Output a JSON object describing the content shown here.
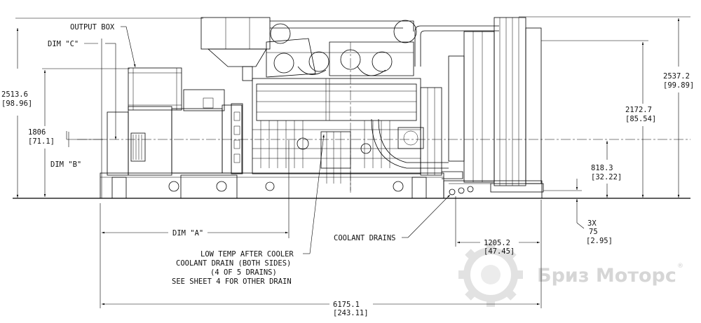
{
  "labels": {
    "output_box": "OUTPUT BOX",
    "dim_c": "DIM \"C\"",
    "dim_b": "DIM \"B\"",
    "dim_a": "DIM \"A\"",
    "height_overall_mm": "2513.6",
    "height_overall_in": "[98.96]",
    "height_1806_mm": "1806",
    "height_1806_in": "[71.1]",
    "right_2537_mm": "2537.2",
    "right_2537_in": "[99.89]",
    "right_2172_mm": "2172.7",
    "right_2172_in": "[85.54]",
    "right_818_mm": "818.3",
    "right_818_in": "[32.22]",
    "drain_qty": "3X",
    "drain_75_mm": "75",
    "drain_75_in": "[2.95]",
    "coolant_drains": "COOLANT DRAINS",
    "dim_1205_mm": "1205.2",
    "dim_1205_in": "[47.45]",
    "dim_6175_mm": "6175.1",
    "dim_6175_in": "[243.11]",
    "note_line1": "LOW TEMP AFTER COOLER",
    "note_line2": "COOLANT DRAIN (BOTH SIDES)",
    "note_line3": "(4 OF 5 DRAINS)",
    "note_line4": "SEE SHEET 4 FOR OTHER DRAIN"
  },
  "watermark": {
    "text": "Бриз Моторс",
    "color": "#d6d6d6"
  },
  "icons": {
    "logo": "gear-logo-icon"
  }
}
